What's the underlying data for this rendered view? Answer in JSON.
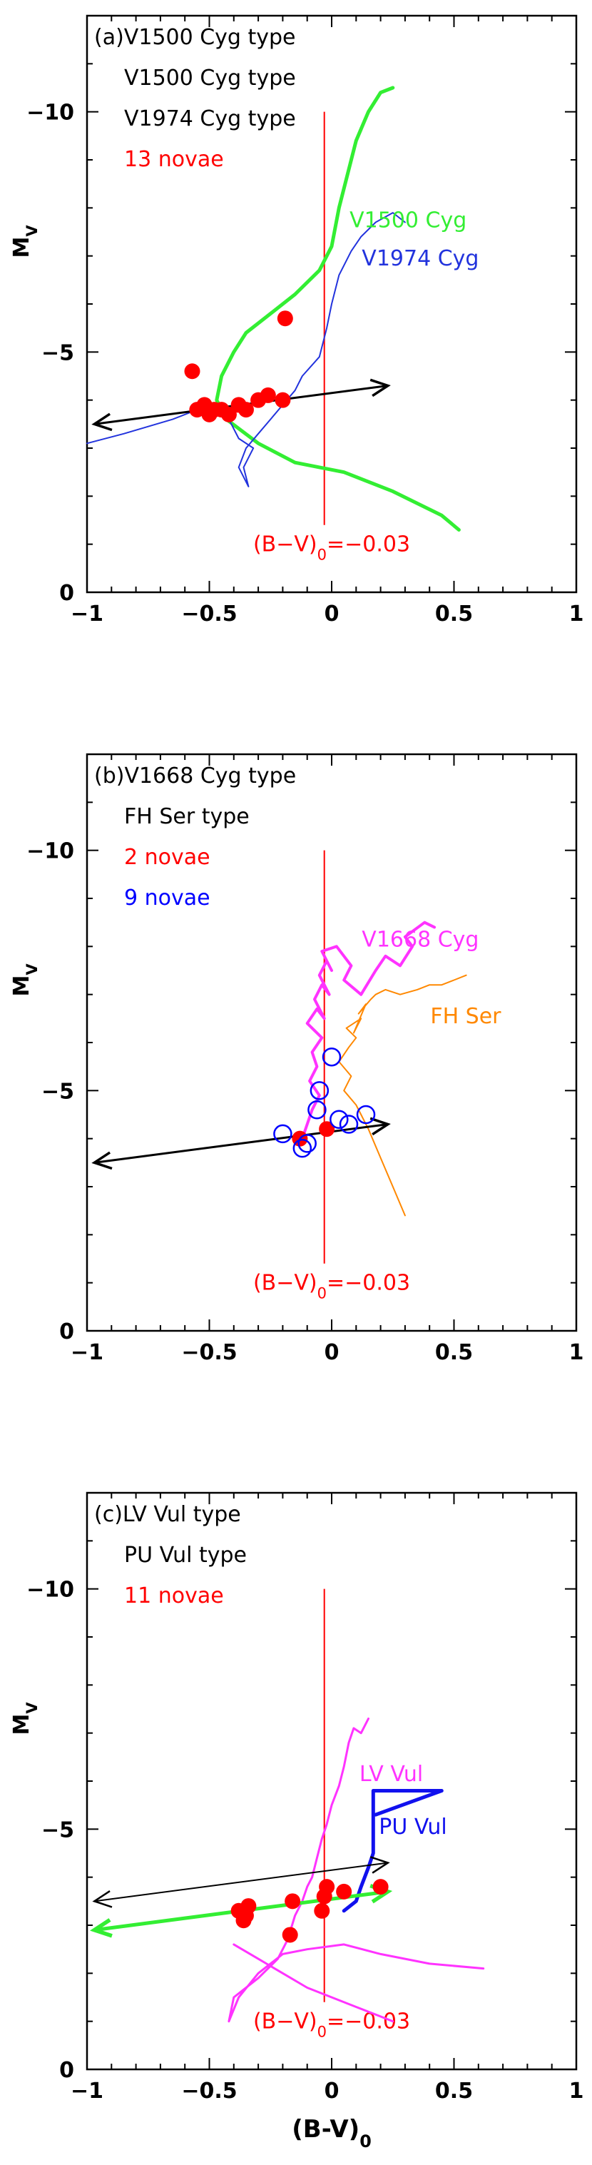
{
  "chart_data": [
    {
      "type": "line",
      "panel_label": "(a)V1500 Cyg type",
      "legend": [
        {
          "text": "V1500 Cyg type",
          "color": "#000000"
        },
        {
          "text": "V1974 Cyg type",
          "color": "#000000"
        },
        {
          "text": "13 novae",
          "color": "#ff0000"
        }
      ],
      "ylabel": "M_V",
      "xlim": [
        -1,
        1
      ],
      "ylim": [
        0,
        -12
      ],
      "xticks": [
        "-1",
        "-0.5",
        "0",
        "0.5",
        "1"
      ],
      "yticks": [
        "0",
        "-5",
        "-10"
      ],
      "vline": {
        "x": -0.03,
        "label": "(B-V)_0=-0.03",
        "color": "#ff0000"
      },
      "series": [
        {
          "name": "V1500 Cyg",
          "color": "#33ee33",
          "width": 5,
          "x": [
            0.52,
            0.45,
            0.25,
            0.05,
            -0.15,
            -0.3,
            -0.43,
            -0.47,
            -0.45,
            -0.4,
            -0.35,
            -0.25,
            -0.15,
            -0.05,
            0.0,
            0.03,
            0.07,
            0.1,
            0.15,
            0.2,
            0.25
          ],
          "y": [
            -1.3,
            -1.6,
            -2.1,
            -2.5,
            -2.7,
            -3.1,
            -3.6,
            -4.0,
            -4.5,
            -5.0,
            -5.4,
            -5.8,
            -6.2,
            -6.7,
            -7.2,
            -8.0,
            -8.8,
            -9.4,
            -10.0,
            -10.4,
            -10.5
          ]
        },
        {
          "name": "V1974 Cyg",
          "color": "#2233dd",
          "width": 2,
          "x": [
            -1.0,
            -0.85,
            -0.65,
            -0.5,
            -0.42,
            -0.38,
            -0.32,
            -0.36,
            -0.34,
            -0.38,
            -0.35,
            -0.3,
            -0.25,
            -0.2,
            -0.15,
            -0.12,
            -0.05,
            -0.02,
            0.0,
            0.03,
            0.08,
            0.12,
            0.18,
            0.25,
            0.3
          ],
          "y": [
            -3.1,
            -3.3,
            -3.6,
            -3.9,
            -3.6,
            -3.2,
            -3.0,
            -2.6,
            -2.2,
            -2.6,
            -3.0,
            -3.3,
            -3.6,
            -3.9,
            -4.2,
            -4.5,
            -4.9,
            -5.5,
            -6.0,
            -6.6,
            -7.1,
            -7.4,
            -7.7,
            -7.9,
            -7.7
          ]
        }
      ],
      "series_labels": [
        {
          "text": "V1500 Cyg",
          "color": "#33ee33"
        },
        {
          "text": "V1974 Cyg",
          "color": "#2233dd"
        }
      ],
      "points": {
        "marker": "filled",
        "color": "#ff0000",
        "x": [
          -0.57,
          -0.55,
          -0.52,
          -0.5,
          -0.48,
          -0.45,
          -0.42,
          -0.38,
          -0.35,
          -0.3,
          -0.26,
          -0.2,
          -0.19
        ],
        "y": [
          -4.6,
          -3.8,
          -3.9,
          -3.7,
          -3.8,
          -3.8,
          -3.7,
          -3.9,
          -3.8,
          -4.0,
          -4.1,
          -4.0,
          -5.7
        ]
      },
      "arrows": [
        {
          "color": "#000000",
          "width": 3,
          "x1": -0.97,
          "y1": -3.5,
          "x2": 0.23,
          "y2": -4.3,
          "heads": "both"
        }
      ]
    },
    {
      "type": "line",
      "panel_label": "(b)V1668 Cyg type",
      "legend": [
        {
          "text": "FH Ser type",
          "color": "#000000"
        },
        {
          "text": "2 novae",
          "color": "#ff0000"
        },
        {
          "text": "9 novae",
          "color": "#0000ff"
        }
      ],
      "ylabel": "M_V",
      "xlim": [
        -1,
        1
      ],
      "ylim": [
        0,
        -12
      ],
      "xticks": [
        "-1",
        "-0.5",
        "0",
        "0.5",
        "1"
      ],
      "yticks": [
        "0",
        "-5",
        "-10"
      ],
      "vline": {
        "x": -0.03,
        "label": "(B-V)_0=-0.03",
        "color": "#ff0000"
      },
      "series": [
        {
          "name": "V1668 Cyg",
          "color": "#ff33ff",
          "width": 4,
          "x": [
            -0.12,
            -0.1,
            -0.08,
            -0.05,
            -0.09,
            -0.06,
            -0.08,
            -0.04,
            -0.1,
            -0.06,
            -0.03,
            -0.07,
            -0.04,
            -0.01,
            -0.05,
            -0.02,
            0.0,
            -0.04,
            0.02,
            0.08,
            0.05,
            0.12,
            0.18,
            0.22,
            0.28,
            0.33,
            0.3,
            0.38,
            0.42
          ],
          "y": [
            -4.0,
            -4.3,
            -4.6,
            -4.9,
            -5.2,
            -5.5,
            -5.8,
            -6.1,
            -6.4,
            -6.7,
            -6.5,
            -6.9,
            -7.2,
            -7.0,
            -7.4,
            -7.7,
            -7.5,
            -7.9,
            -8.0,
            -7.6,
            -7.3,
            -7.0,
            -7.5,
            -7.8,
            -7.6,
            -8.0,
            -8.2,
            -8.5,
            -8.4
          ]
        },
        {
          "name": "FH Ser",
          "color": "#ff8800",
          "width": 2,
          "x": [
            0.3,
            0.25,
            0.2,
            0.15,
            0.1,
            0.05,
            0.08,
            0.03,
            0.07,
            0.1,
            0.06,
            0.12,
            0.09,
            0.14,
            0.11,
            0.16,
            0.18,
            0.22,
            0.28,
            0.35,
            0.4,
            0.45,
            0.5,
            0.55
          ],
          "y": [
            -2.4,
            -3.0,
            -3.6,
            -4.2,
            -4.7,
            -5.0,
            -5.3,
            -5.6,
            -5.9,
            -6.1,
            -6.3,
            -6.5,
            -6.2,
            -6.8,
            -6.6,
            -6.9,
            -7.0,
            -7.1,
            -7.0,
            -7.1,
            -7.2,
            -7.2,
            -7.3,
            -7.4
          ]
        }
      ],
      "series_labels": [
        {
          "text": "V1668 Cyg",
          "color": "#ff33ff"
        },
        {
          "text": "FH Ser",
          "color": "#ff8800"
        }
      ],
      "points": {
        "marker": "filled",
        "color": "#ff0000",
        "x": [
          -0.13,
          -0.02
        ],
        "y": [
          -4.0,
          -4.2
        ]
      },
      "open_points": {
        "marker": "open",
        "color": "#0000ff",
        "x": [
          -0.2,
          -0.12,
          -0.1,
          -0.06,
          -0.05,
          0.0,
          0.03,
          0.07,
          0.14
        ],
        "y": [
          -4.1,
          -3.8,
          -3.9,
          -4.6,
          -5.0,
          -5.7,
          -4.4,
          -4.3,
          -4.5
        ]
      },
      "arrows": [
        {
          "color": "#000000",
          "width": 3,
          "x1": -0.97,
          "y1": -3.5,
          "x2": 0.23,
          "y2": -4.3,
          "heads": "both"
        }
      ]
    },
    {
      "type": "line",
      "panel_label": "(c)LV Vul type",
      "legend": [
        {
          "text": "PU Vul type",
          "color": "#000000"
        },
        {
          "text": "11 novae",
          "color": "#ff0000"
        }
      ],
      "ylabel": "M_V",
      "xlabel": "(B-V)_0",
      "xlim": [
        -1,
        1
      ],
      "ylim": [
        0,
        -12
      ],
      "xticks": [
        "-1",
        "-0.5",
        "0",
        "0.5",
        "1"
      ],
      "yticks": [
        "0",
        "-5",
        "-10"
      ],
      "vline": {
        "x": -0.03,
        "label": "(B-V)_0=-0.03",
        "color": "#ff0000"
      },
      "series": [
        {
          "name": "LV Vul",
          "color": "#ff33ff",
          "width": 3,
          "x": [
            0.62,
            0.4,
            0.2,
            0.05,
            -0.1,
            -0.2,
            -0.3,
            -0.38,
            -0.42,
            -0.4,
            -0.3,
            -0.22,
            -0.18,
            -0.15,
            -0.12,
            -0.1,
            -0.08,
            -0.06,
            -0.04,
            -0.02,
            0.0,
            0.03,
            0.05,
            0.07,
            0.09,
            0.12,
            0.15
          ],
          "y": [
            -2.1,
            -2.2,
            -2.4,
            -2.6,
            -2.5,
            -2.4,
            -2.0,
            -1.5,
            -1.0,
            -1.5,
            -1.9,
            -2.3,
            -2.7,
            -3.2,
            -3.5,
            -3.8,
            -4.0,
            -4.4,
            -4.8,
            -5.1,
            -5.5,
            -5.9,
            -6.3,
            -6.8,
            -7.1,
            -7.0,
            -7.3
          ]
        },
        {
          "name": "LV Vul tail",
          "color": "#ff33ff",
          "width": 3,
          "x": [
            -0.4,
            -0.3,
            -0.2,
            -0.1,
            0.0,
            0.1,
            0.2,
            0.25
          ],
          "y": [
            -2.6,
            -2.3,
            -2.0,
            -1.7,
            -1.5,
            -1.3,
            -1.1,
            -1.0
          ]
        },
        {
          "name": "PU Vul",
          "color": "#1111ee",
          "width": 5,
          "x": [
            0.05,
            0.1,
            0.12,
            0.15,
            0.17,
            0.17,
            0.45,
            0.18
          ],
          "y": [
            -3.3,
            -3.5,
            -3.8,
            -4.2,
            -4.5,
            -5.8,
            -5.8,
            -5.3
          ]
        }
      ],
      "series_labels": [
        {
          "text": "LV Vul",
          "color": "#ff33ff"
        },
        {
          "text": "PU Vul",
          "color": "#1111ee"
        }
      ],
      "points": {
        "marker": "filled",
        "color": "#ff0000",
        "x": [
          -0.38,
          -0.36,
          -0.34,
          -0.17,
          -0.16,
          -0.04,
          -0.03,
          -0.02,
          0.05,
          0.2,
          -0.35
        ],
        "y": [
          -3.3,
          -3.1,
          -3.4,
          -2.8,
          -3.5,
          -3.3,
          -3.6,
          -3.8,
          -3.7,
          -3.8,
          -3.2
        ]
      },
      "arrows": [
        {
          "color": "#000000",
          "width": 2,
          "x1": -0.97,
          "y1": -3.5,
          "x2": 0.23,
          "y2": -4.3,
          "heads": "both"
        },
        {
          "color": "#33ee33",
          "width": 5,
          "x1": -0.97,
          "y1": -2.9,
          "x2": 0.23,
          "y2": -3.7,
          "heads": "both"
        }
      ]
    }
  ]
}
